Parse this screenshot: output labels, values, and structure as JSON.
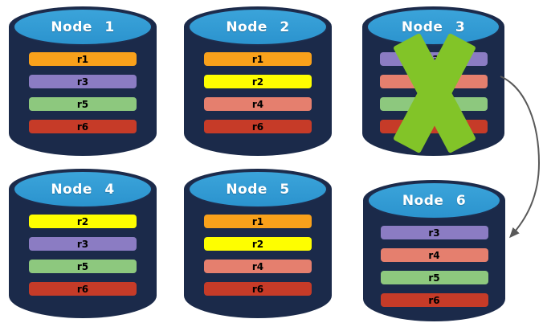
{
  "palette": {
    "background": "#FFFFFF",
    "cylinder_body": "#1B2A4A",
    "cylinder_top_fill": "#2E9AD2",
    "bar_text": "#000000",
    "failure_x": "#82C428",
    "arrow": "#595959"
  },
  "replica_colors": {
    "r1": "#F9A11B",
    "r2": "#FEFE00",
    "r3": "#8B7CC3",
    "r4": "#E57F6E",
    "r5": "#8DC87E",
    "r6": "#C63B28"
  },
  "nodes": [
    {
      "label": "Node 1",
      "failed": false,
      "bars": [
        {
          "label": "r1",
          "color": "#F9A11B"
        },
        {
          "label": "r3",
          "color": "#8B7CC3"
        },
        {
          "label": "r5",
          "color": "#8DC87E"
        },
        {
          "label": "r6",
          "color": "#C63B28"
        }
      ]
    },
    {
      "label": "Node 2",
      "failed": false,
      "bars": [
        {
          "label": "r1",
          "color": "#F9A11B"
        },
        {
          "label": "r2",
          "color": "#FEFE00"
        },
        {
          "label": "r4",
          "color": "#E57F6E"
        },
        {
          "label": "r6",
          "color": "#C63B28"
        }
      ]
    },
    {
      "label": "Node 3",
      "failed": true,
      "bars": [
        {
          "label": "r3",
          "color": "#8B7CC3"
        },
        {
          "label": "",
          "color": "#E57F6E"
        },
        {
          "label": "",
          "color": "#8DC87E"
        },
        {
          "label": "",
          "color": "#C63B28"
        }
      ]
    },
    {
      "label": "Node 4",
      "failed": false,
      "bars": [
        {
          "label": "r2",
          "color": "#FEFE00"
        },
        {
          "label": "r3",
          "color": "#8B7CC3"
        },
        {
          "label": "r5",
          "color": "#8DC87E"
        },
        {
          "label": "r6",
          "color": "#C63B28"
        }
      ]
    },
    {
      "label": "Node 5",
      "failed": false,
      "bars": [
        {
          "label": "r1",
          "color": "#F9A11B"
        },
        {
          "label": "r2",
          "color": "#FEFE00"
        },
        {
          "label": "r4",
          "color": "#E57F6E"
        },
        {
          "label": "r6",
          "color": "#C63B28"
        }
      ]
    },
    {
      "label": "Node 6",
      "failed": false,
      "bars": [
        {
          "label": "r3",
          "color": "#8B7CC3"
        },
        {
          "label": "r4",
          "color": "#E57F6E"
        },
        {
          "label": "r5",
          "color": "#8DC87E"
        },
        {
          "label": "r6",
          "color": "#C63B28"
        }
      ]
    }
  ],
  "arrow": {
    "from": "Node 3",
    "to": "Node 6"
  }
}
